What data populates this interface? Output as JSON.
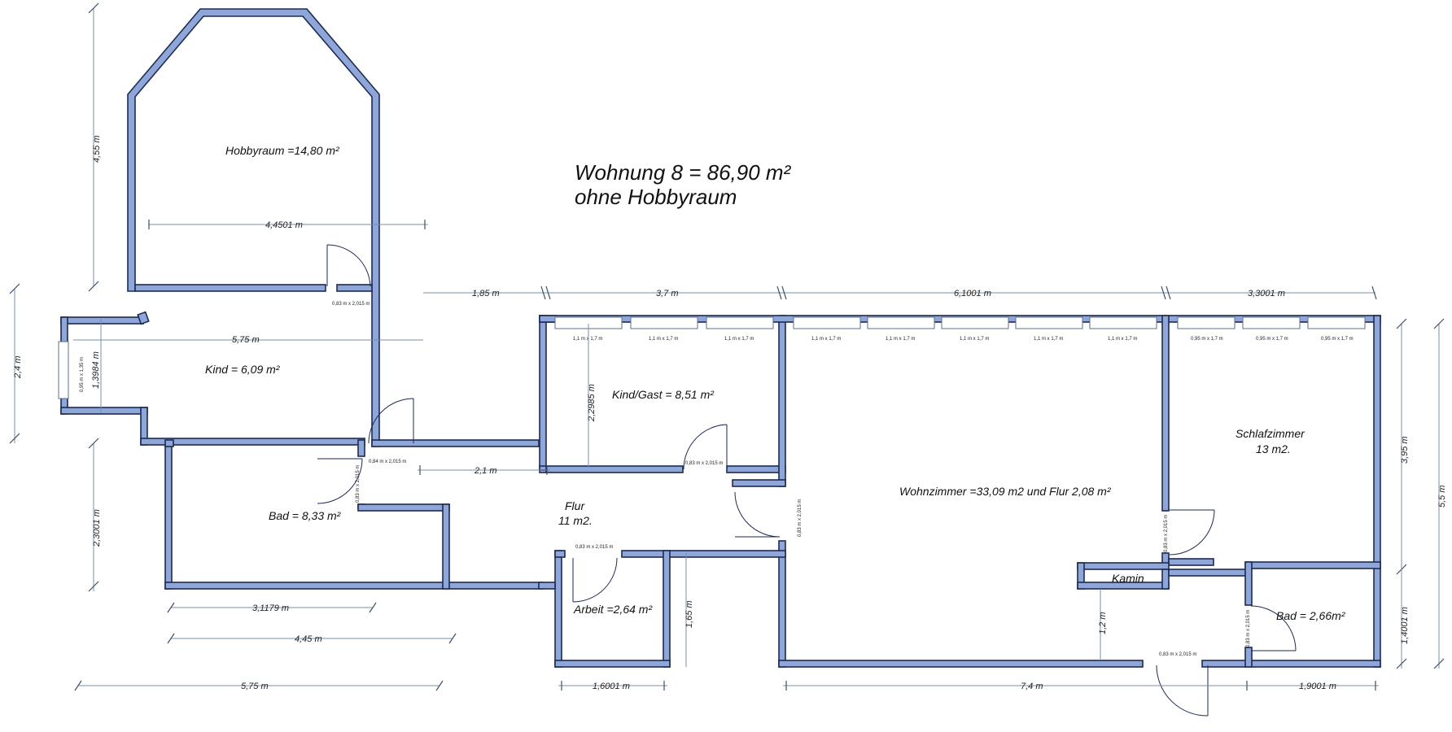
{
  "title": {
    "line1": "Wohnung 8 = 86,90 m²",
    "line2": "ohne Hobbyraum"
  },
  "rooms": {
    "hobby": "Hobbyraum =14,80 m²",
    "kind": "Kind = 6,09 m²",
    "kindgast": "Kind/Gast = 8,51 m²",
    "bad1": "Bad = 8,33 m²",
    "flur1": "Flur",
    "flur2": "11 m2.",
    "arbeit": "Arbeit =2,64 m²",
    "wohn": "Wohnzimmer =33,09 m2  und Flur 2,08 m²",
    "schlaf1": "Schlafzimmer",
    "schlaf2": "13 m2.",
    "bad2": "Bad = 2,66m²",
    "kamin": "Kamin"
  },
  "dims": {
    "d455": "4,55 m",
    "d44501": "4,4501 m",
    "d24": "2,4 m",
    "d575a": "5,75 m",
    "d13984": "1,3984 m",
    "d23001": "2,3001 m",
    "d31179": "3,1179 m",
    "d445": "4,45 m",
    "d575b": "5,75 m",
    "d185": "1,85 m",
    "d37": "3,7 m",
    "d61001": "6,1001 m",
    "d33001": "3,3001 m",
    "d22985": "2,2985 m",
    "d21": "2,1 m",
    "d165": "1,65 m",
    "d16001": "1,6001 m",
    "d12": "1,2 m",
    "d74": "7,4 m",
    "d19001": "1,9001 m",
    "d395": "3,95 m",
    "d55": "5,5 m",
    "d14001": "1,4001 m"
  },
  "labels": {
    "door": "0,83 m x 2,015 m",
    "door84": "0,84 m x 2,015 m",
    "win11": "1,1 m x 1,7 m",
    "win95": "0,95 m x 1,7 m",
    "win_kind": "0,95 m x 1,35 m"
  }
}
